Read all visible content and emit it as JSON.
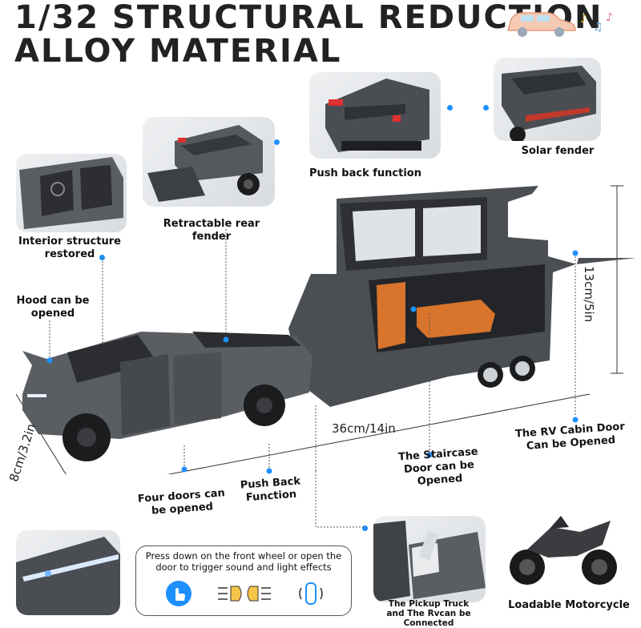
{
  "title": {
    "line1": "1/32 STRUCTURAL REDUCTION",
    "line2": "ALLOY MATERIAL"
  },
  "labels": {
    "solar_fender": "Solar fender",
    "push_back_function": "Push back function",
    "retractable_rear_fender": "Retractable rear fender",
    "interior_structure": "Interior structure\nrestored",
    "hood": "Hood can be\nopened",
    "four_doors": "Four doors can\nbe opened",
    "push_back": "Push Back\nFunction",
    "staircase": "The Staircase\nDoor can be Opened",
    "rv_cabin": "The RV Cabin Door\nCan be Opened",
    "pickup_rv": "The Pickup Truck\nand The Rvcan be Connected",
    "motorcycle": "Loadable Motorcycle"
  },
  "dimensions": {
    "height": "13cm/5in",
    "length": "36cm/14in",
    "width": "8cm/3.2in"
  },
  "info_box": {
    "text": "Press down on the front wheel or open the door to trigger sound and light effects"
  },
  "icons": [
    "car-music-icon",
    "touch-hand-icon",
    "headlight-icon",
    "car-sound-icon"
  ],
  "colors": {
    "accent": "#1e90ff",
    "truck": "#4a4d52",
    "interior": "#d9742c"
  }
}
